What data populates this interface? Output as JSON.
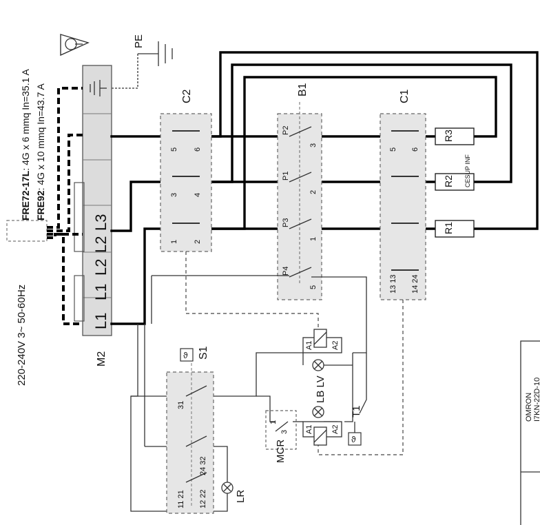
{
  "supply": {
    "voltage": "220-240V 3~ 50-60Hz",
    "cable_1_model": "FRE72-17L",
    "cable_1_spec": ": 4G x 6 mmq In=35.1 A",
    "cable_2_model": "FRE92",
    "cable_2_spec": ": 4G x 10 mmq  In=43.7 A"
  },
  "earth_label": "PE",
  "terminal_block": {
    "name": "M2",
    "terminals": [
      "L1",
      "L1",
      "L2",
      "L2",
      "L3"
    ]
  },
  "contactors": {
    "c2": "C2",
    "c1": "C1"
  },
  "c2_contacts": [
    "5",
    "6",
    "3",
    "4",
    "1",
    "2"
  ],
  "c1_contacts": [
    "5",
    "6",
    "13 13",
    "14 24"
  ],
  "breaker": {
    "name": "B1",
    "poles": [
      "P2",
      "P1",
      "P3",
      "P4"
    ],
    "contacts": [
      "3",
      "2",
      "1",
      "5"
    ]
  },
  "resistors": [
    "R3",
    "R2",
    "R1"
  ],
  "cesup_label": "CESUP INF",
  "switch": {
    "name": "S1",
    "contacts": [
      "31",
      "11 21",
      "12 22",
      "24 32"
    ]
  },
  "coils": {
    "upper": {
      "a1": "A1",
      "a2": "A2"
    },
    "lower": {
      "a1": "A1",
      "a2": "A2"
    }
  },
  "lamps": {
    "lb_lv": "LB LV",
    "lr": "LR"
  },
  "mcr": {
    "name": "MCR",
    "contacts": [
      "1",
      "3"
    ]
  },
  "timer": "T1",
  "omron_box": {
    "brand": "OMRON",
    "model": "I7KN-22D-10"
  }
}
